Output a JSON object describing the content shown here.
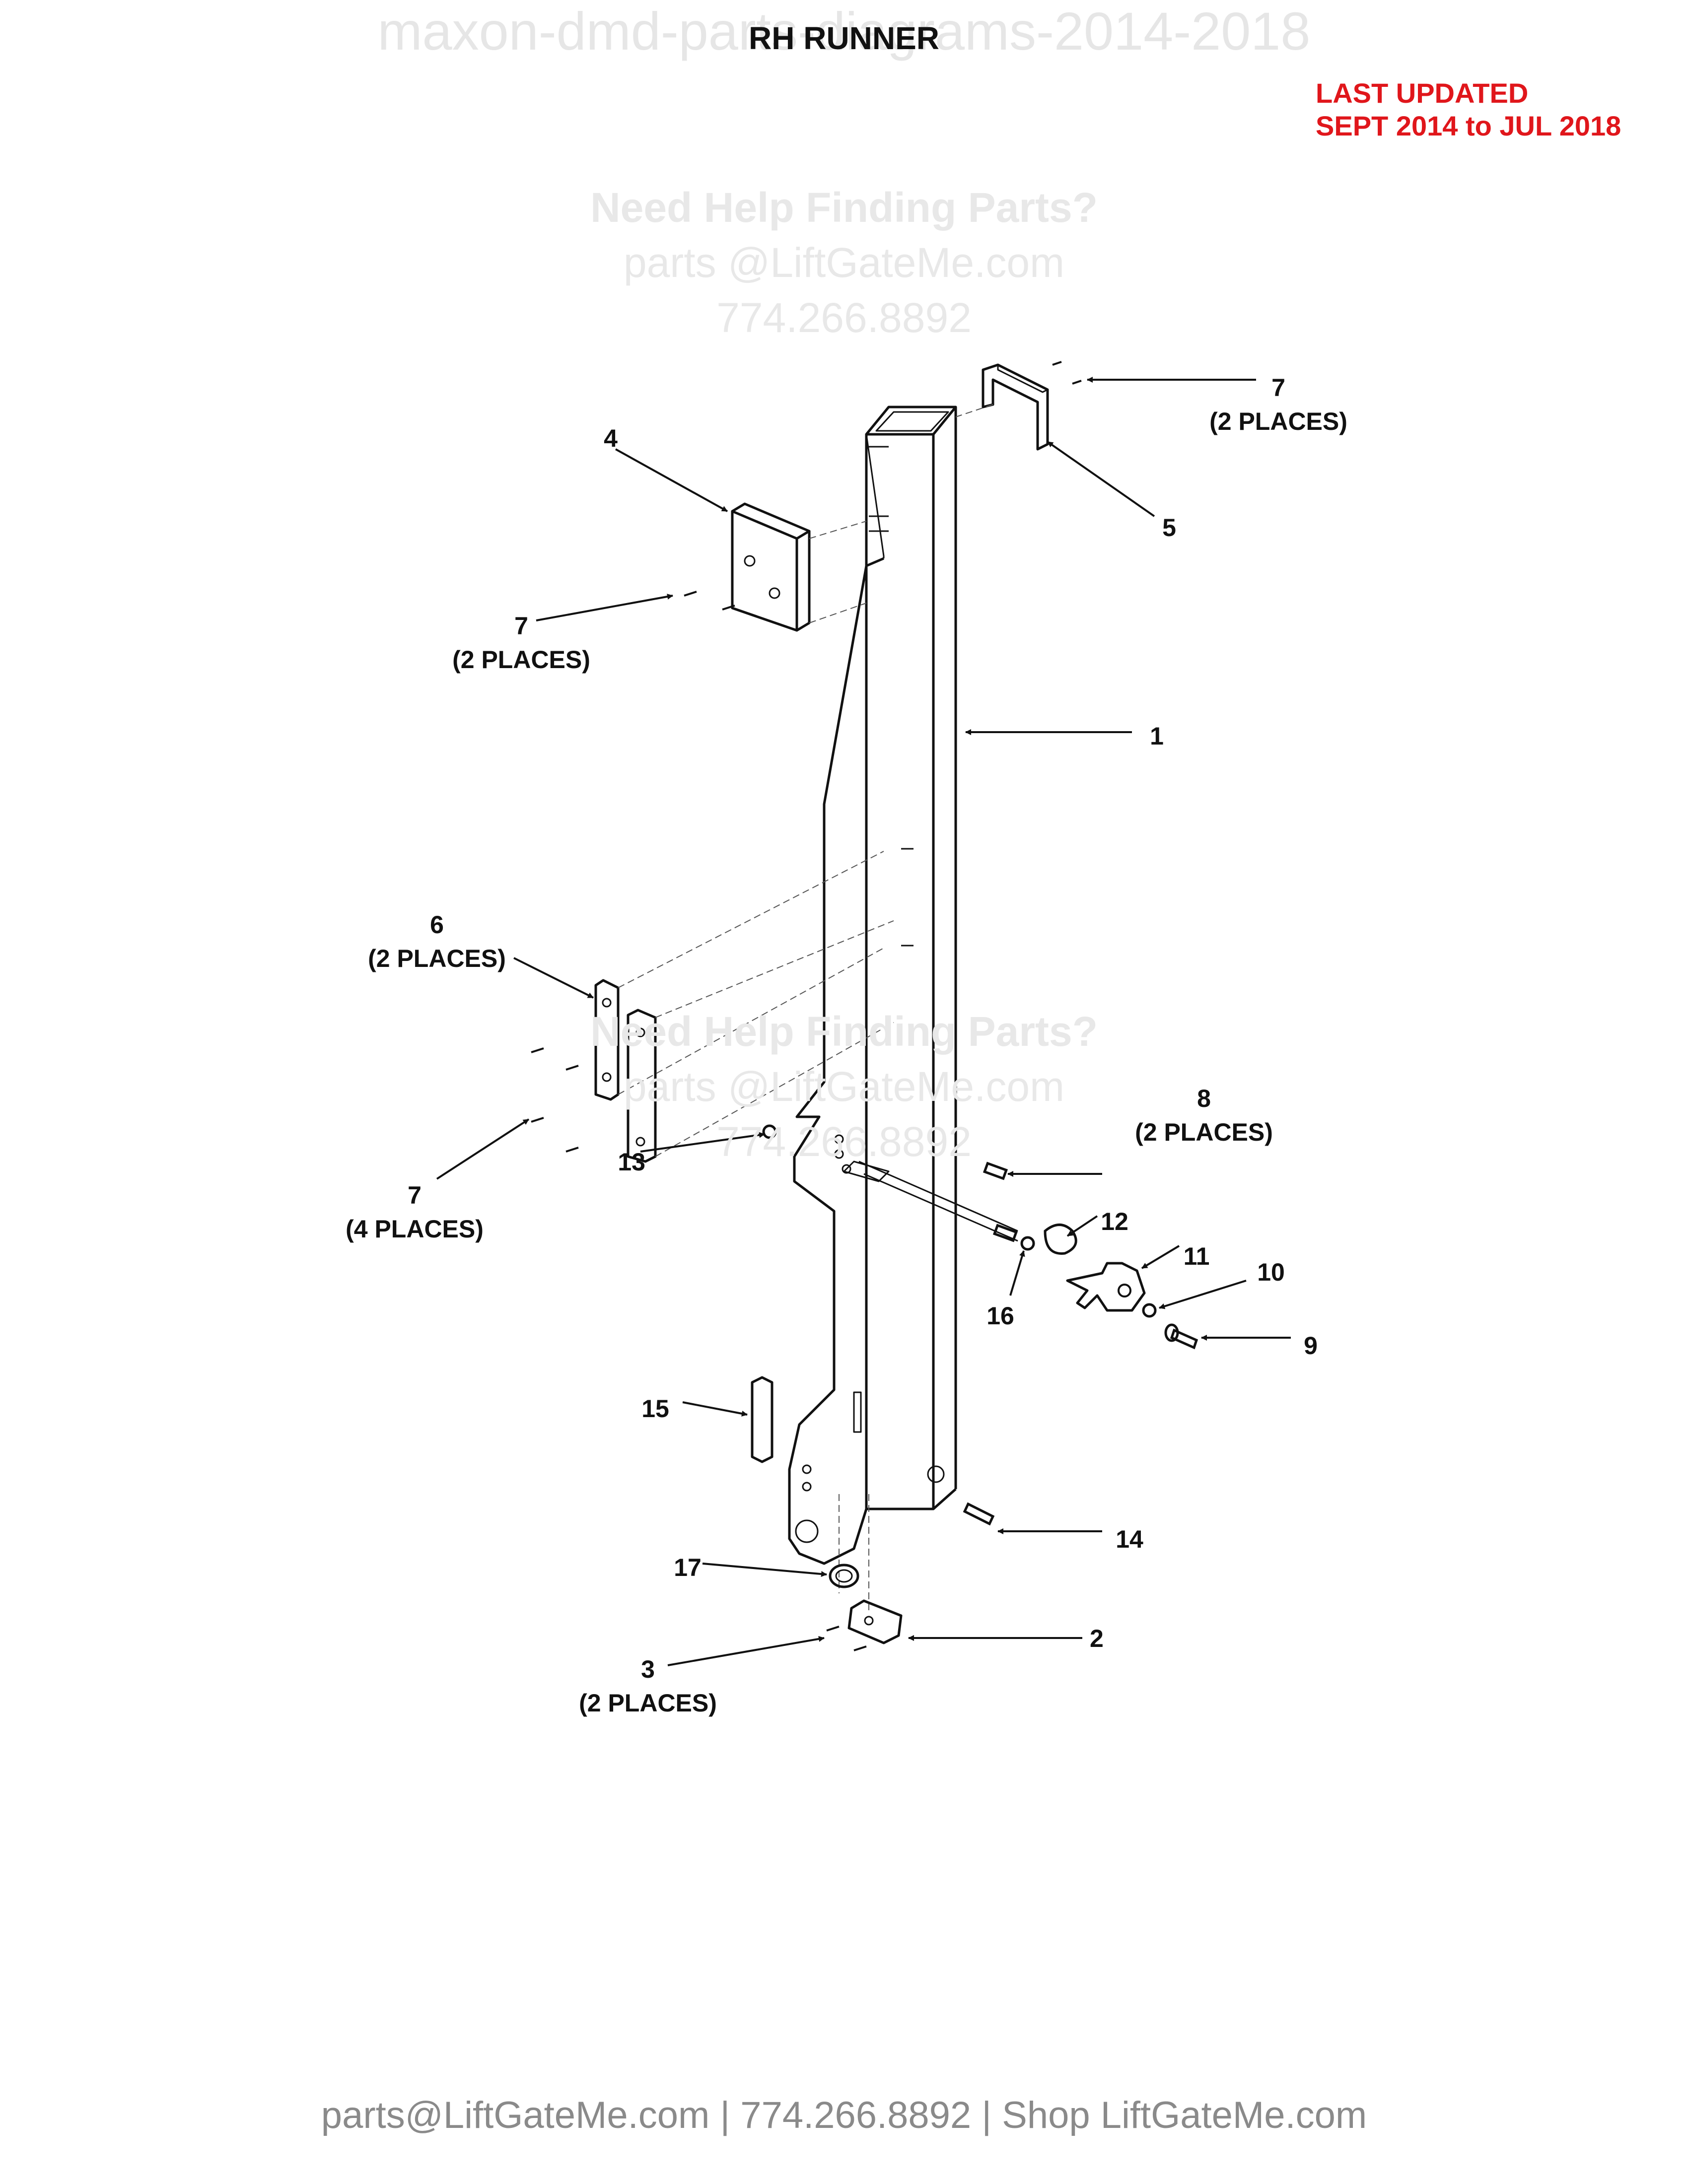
{
  "header": {
    "watermark": "maxon-dmd-parts-diagrams-2014-2018",
    "title": "RH RUNNER",
    "updated_line1": "LAST UPDATED",
    "updated_line2": "SEPT 2014 to JUL 2018"
  },
  "help_watermark": {
    "line1": "Need Help Finding Parts?",
    "line2": "parts @LiftGateMe.com",
    "line3": "774.266.8892"
  },
  "callouts": {
    "c1": "1",
    "c2": "2",
    "c3": "3",
    "c3_note": "(2 PLACES)",
    "c4": "4",
    "c5": "5",
    "c6": "6",
    "c6_note": "(2 PLACES)",
    "c7_top": "7",
    "c7_top_note": "(2 PLACES)",
    "c7_mid": "7",
    "c7_mid_note": "(2 PLACES)",
    "c7_low": "7",
    "c7_low_note": "(4 PLACES)",
    "c8": "8",
    "c8_note": "(2 PLACES)",
    "c9": "9",
    "c10": "10",
    "c11": "11",
    "c12": "12",
    "c13": "13",
    "c14": "14",
    "c15": "15",
    "c16": "16",
    "c17": "17"
  },
  "footer": {
    "text": "parts@LiftGateMe.com | 774.266.8892 | Shop LiftGateMe.com"
  }
}
